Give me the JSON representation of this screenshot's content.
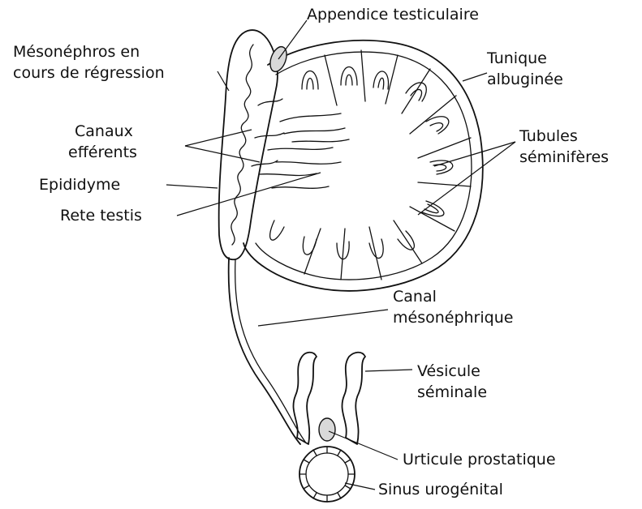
{
  "labels": {
    "appendice": "Appendice testiculaire",
    "mesonephros_1": "Mésonéphros en",
    "mesonephros_2": "cours de régression",
    "tunique_1": "Tunique",
    "tunique_2": "albuginée",
    "canaux_1": "Canaux",
    "canaux_2": "efférents",
    "tubules_1": "Tubules",
    "tubules_2": "séminifères",
    "epididyme": "Epididyme",
    "rete": "Rete testis",
    "canal_1": "Canal",
    "canal_2": "mésonéphrique",
    "vesicule_1": "Vésicule",
    "vesicule_2": "séminale",
    "utricule": "Urticule prostatique",
    "sinus": "Sinus urogénital"
  },
  "colors": {
    "ink": "#111111",
    "background": "#ffffff"
  }
}
